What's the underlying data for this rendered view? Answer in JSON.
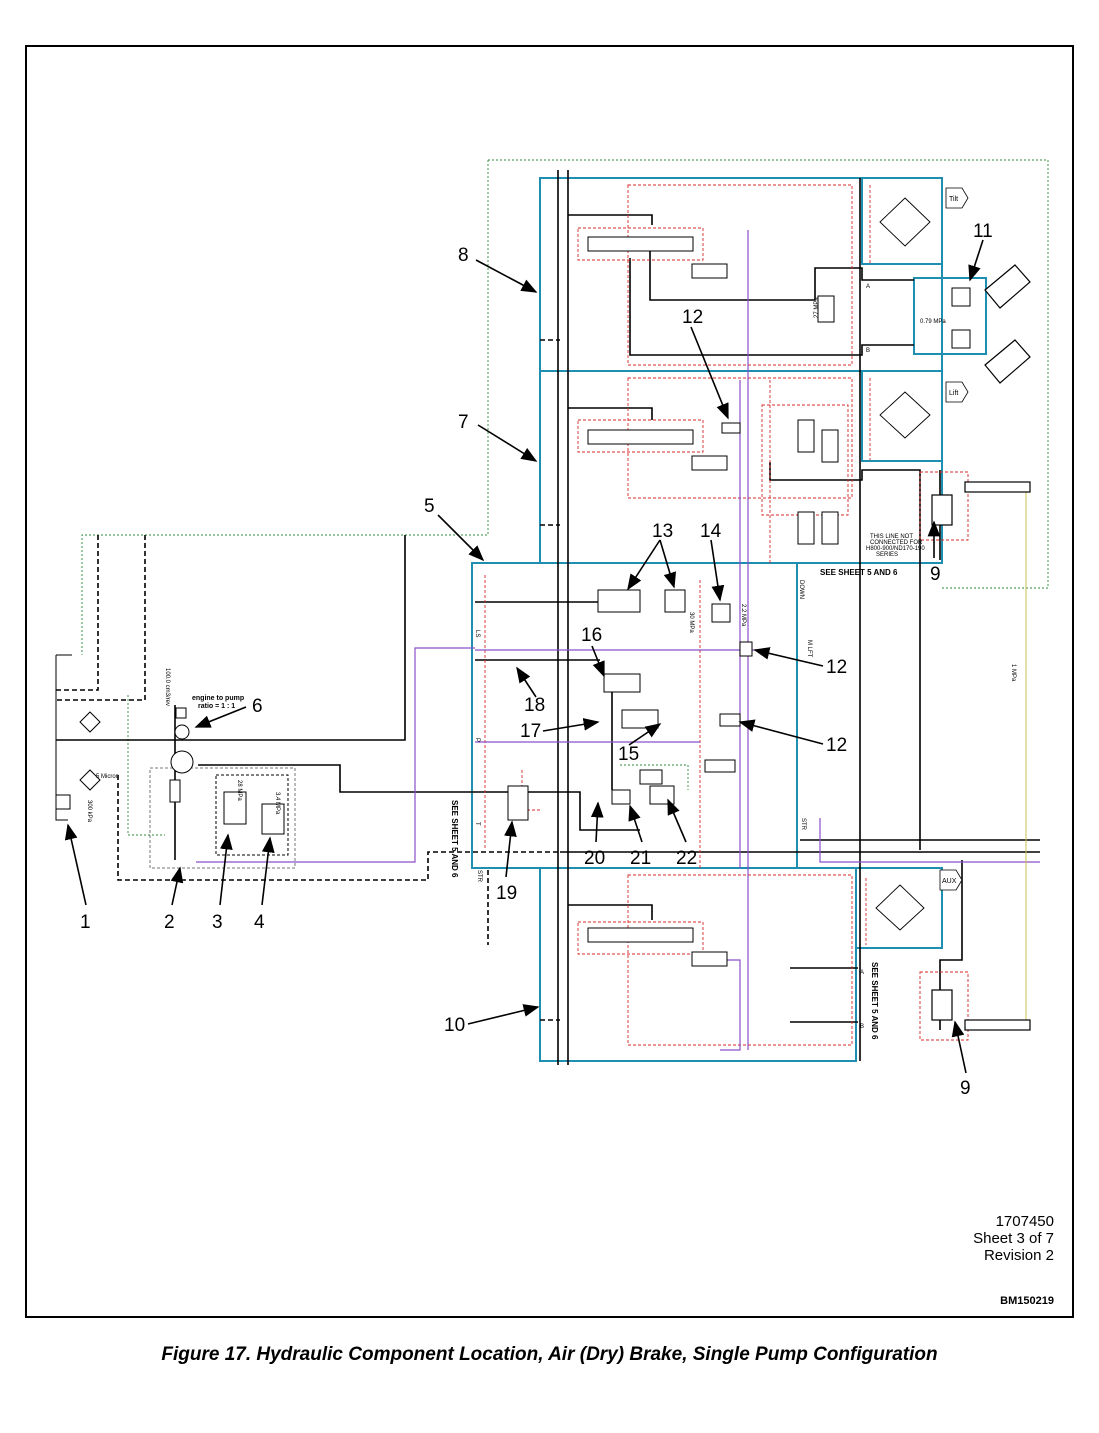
{
  "figure": {
    "caption": "Figure 17. Hydraulic Component Location, Air (Dry) Brake, Single Pump Configuration",
    "drawing_number": "1707450",
    "sheet": "Sheet 3 of 7",
    "revision": "Revision 2",
    "drawing_id": "BM150219"
  },
  "colors": {
    "frame": "#000000",
    "section_box": "#1e8fb0",
    "pilot_line": "#d42a2a",
    "drain_line": "#2e8b3a",
    "load_sense_line": "#8a4fc7",
    "pressure_line": "#000000",
    "yellow_line": "#c8c050"
  },
  "callouts": [
    {
      "id": "c1",
      "label": "1"
    },
    {
      "id": "c2",
      "label": "2"
    },
    {
      "id": "c3",
      "label": "3"
    },
    {
      "id": "c4",
      "label": "4"
    },
    {
      "id": "c5",
      "label": "5"
    },
    {
      "id": "c6",
      "label": "6"
    },
    {
      "id": "c7",
      "label": "7"
    },
    {
      "id": "c8",
      "label": "8"
    },
    {
      "id": "c9a",
      "label": "9"
    },
    {
      "id": "c9b",
      "label": "9"
    },
    {
      "id": "c10",
      "label": "10"
    },
    {
      "id": "c11",
      "label": "11"
    },
    {
      "id": "c12a",
      "label": "12"
    },
    {
      "id": "c12b",
      "label": "12"
    },
    {
      "id": "c12c",
      "label": "12"
    },
    {
      "id": "c13",
      "label": "13"
    },
    {
      "id": "c14",
      "label": "14"
    },
    {
      "id": "c15",
      "label": "15"
    },
    {
      "id": "c16",
      "label": "16"
    },
    {
      "id": "c17",
      "label": "17"
    },
    {
      "id": "c18",
      "label": "18"
    },
    {
      "id": "c19",
      "label": "19"
    },
    {
      "id": "c20",
      "label": "20"
    },
    {
      "id": "c21",
      "label": "21"
    },
    {
      "id": "c22",
      "label": "22"
    }
  ],
  "labels": {
    "tilt": "Tilt",
    "lift": "Lift",
    "aux": "AUX",
    "see_sheet_top": "SEE SHEET 5 AND 6",
    "see_sheet_left": "SEE SHEET 5 AND 6",
    "see_sheet_bottom": "SEE SHEET 5 AND 6",
    "not_connected_1": "THIS LINE NOT",
    "not_connected_2": "CONNECTED FOR",
    "not_connected_3": "H800-900/ND170-190",
    "not_connected_4": "SERIES",
    "engine_ratio_1": "engine to pump",
    "engine_ratio_2": "ratio = 1 : 1",
    "filter_micron": "5 Micron",
    "relief_300": "300 kPa",
    "pump_disp": "100.0 cm3/rev",
    "press_28": "28 MPa",
    "press_3": "3.4 MPa",
    "press_079": "0.79 MPa",
    "press_27": "27 MPa",
    "press_30": "30 MPa",
    "press_2": "2.2 MPa",
    "press_1": "1 MPa",
    "port_a": "A",
    "port_b": "B",
    "port_p": "P",
    "port_t": "T",
    "port_ls": "LS",
    "port_str": "STR",
    "port_mlft": "M LFT",
    "port_down": "DOWN"
  }
}
